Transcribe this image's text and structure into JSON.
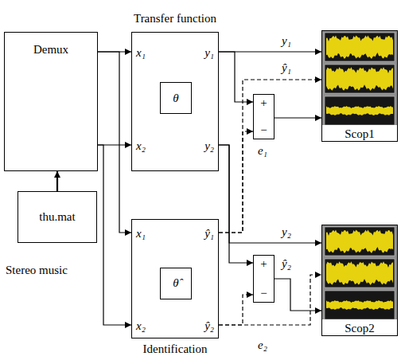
{
  "diagram": {
    "nodes": [
      {
        "text": [
          "Demux"
        ]
      },
      {
        "text": [
          "Transfer function",
          "x₁",
          "y₁",
          "x₂",
          "y₂"
        ]
      },
      {
        "text": [
          "θ"
        ],
        "in": 1
      },
      {
        "text": [
          "Scop1"
        ]
      },
      {
        "text": [
          "+",
          "−"
        ]
      },
      {
        "text": [
          "thu.mat"
        ]
      },
      {
        "text": [
          "Identification",
          "x₁",
          "ŷ₁",
          "x₂",
          "ŷ₂"
        ]
      },
      {
        "text": [
          "θ̂"
        ],
        "in": 6
      },
      {
        "text": [
          "+",
          "−"
        ]
      },
      {
        "text": [
          "Scop2"
        ]
      }
    ],
    "edges": [
      {
        "from": 5,
        "to": 0,
        "arrow": "to"
      },
      {
        "from": 0,
        "to": 1,
        "arrow": "to"
      },
      {
        "from": 0,
        "to": 1,
        "arrow": "to"
      },
      {
        "from": 0,
        "to": 6,
        "arrow": "to"
      },
      {
        "from": 0,
        "to": 6,
        "arrow": "to"
      },
      {
        "from": 1,
        "to": 3,
        "arrow": "to",
        "label": "y₁"
      },
      {
        "from": 1,
        "to": 4,
        "arrow": "to"
      },
      {
        "from": 1,
        "to": 9,
        "arrow": "to",
        "label": "y₂"
      },
      {
        "from": 1,
        "to": 8,
        "arrow": "to"
      },
      {
        "from": 6,
        "to": 4,
        "arrow": "to"
      },
      {
        "from": 6,
        "to": 3,
        "arrow": "to",
        "label": "ŷ₁"
      },
      {
        "from": 6,
        "to": 8,
        "arrow": "to"
      },
      {
        "from": 6,
        "to": 9,
        "arrow": "to",
        "label": "ŷ₂"
      },
      {
        "from": 4,
        "to": 3,
        "arrow": "to",
        "label": "e₁"
      },
      {
        "from": 8,
        "to": 9,
        "arrow": "to",
        "label": "e₂"
      }
    ],
    "labels": [
      "Stereo music"
    ]
  }
}
